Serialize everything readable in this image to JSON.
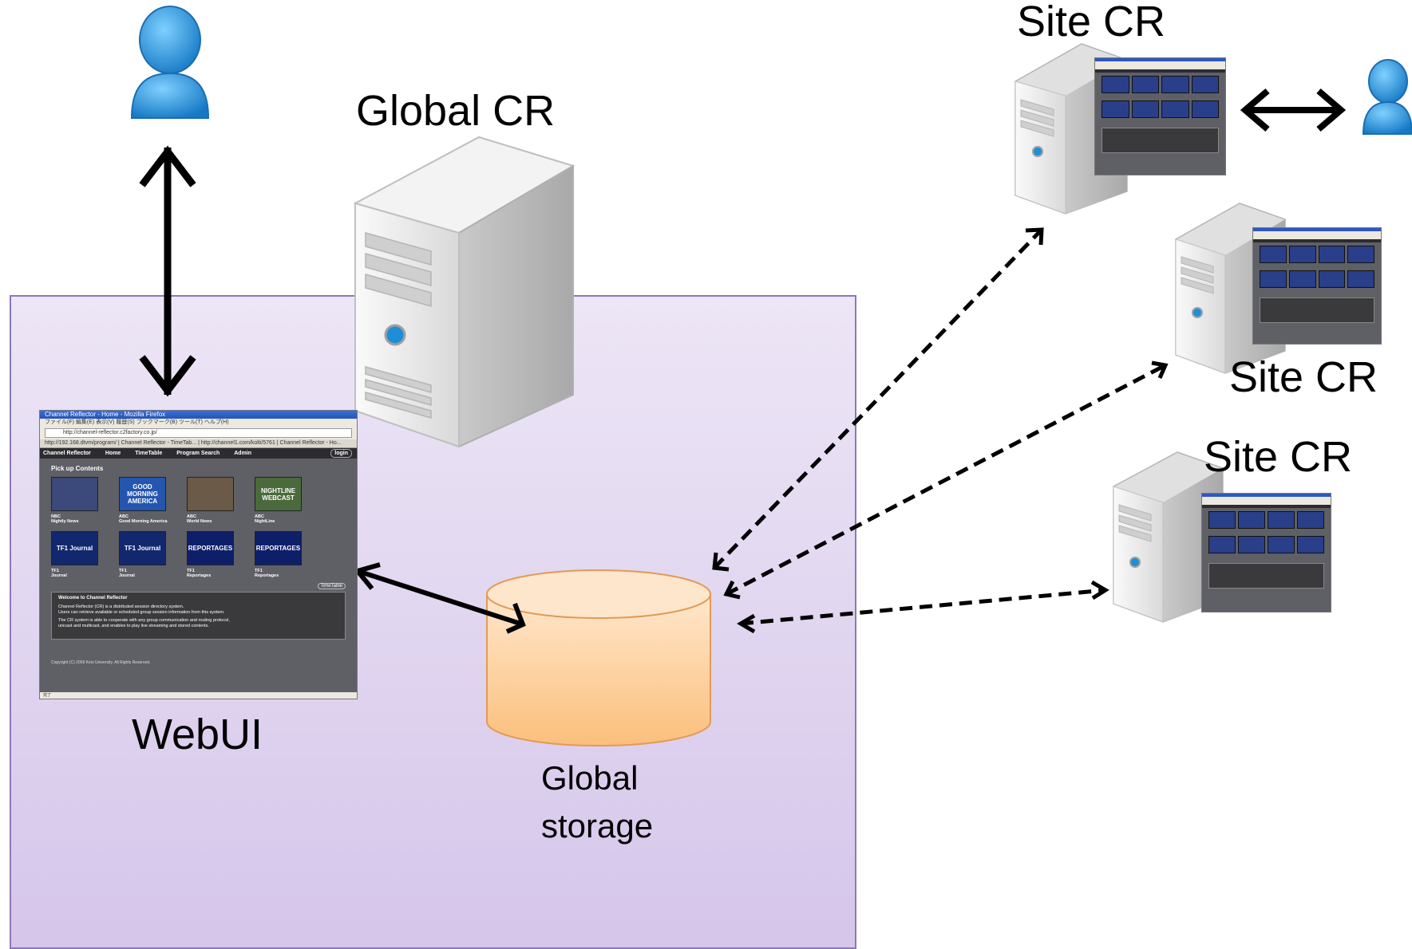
{
  "labels": {
    "global_cr": "Global CR",
    "site_cr_1": "Site CR",
    "site_cr_2": "Site CR",
    "site_cr_3": "Site CR",
    "webui": "WebUI",
    "global_storage_line1": "Global",
    "global_storage_line2": "storage"
  },
  "browser": {
    "window_title": "Channel Reflector - Home - Mozilla Firefox",
    "menu": "ファイル(F)  編集(E)  表示(V)  履歴(S)  ブックマーク(B)  ツール(T)  ヘルプ(H)",
    "url": "http://channel-reflector.c2factory.co.jp/",
    "tabs": "http://192.168.dtvm/program/  |  Channel Reflector - TimeTab...  |  http://channel1.com/kolti/5761  |  Channel Reflector - Ho...",
    "nav": [
      "Channel Reflector",
      "Home",
      "TimeTable",
      "Program Search",
      "Admin"
    ],
    "login": "login",
    "section_title": "Pick up Contents",
    "tiles": [
      {
        "thumb": "",
        "caption1": "NBC",
        "caption2": "Nightly News",
        "color": "#3b4a7a"
      },
      {
        "thumb": "GOOD MORNING AMERICA",
        "caption1": "ABC",
        "caption2": "Good Morning America",
        "color": "#2456b0"
      },
      {
        "thumb": "",
        "caption1": "ABC",
        "caption2": "World News",
        "color": "#6b5a48"
      },
      {
        "thumb": "NIGHTLINE WEBCAST",
        "caption1": "ABC",
        "caption2": "NightLine",
        "color": "#4b6a3c"
      },
      {
        "thumb": "TF1 Journal",
        "caption1": "TF1",
        "caption2": "Journal",
        "color": "#12286e"
      },
      {
        "thumb": "TF1 Journal",
        "caption1": "TF1",
        "caption2": "Journal",
        "color": "#12286e"
      },
      {
        "thumb": "REPORTAGES",
        "caption1": "TF1",
        "caption2": "Reportages",
        "color": "#0e1f6a"
      },
      {
        "thumb": "REPORTAGES",
        "caption1": "TF1",
        "caption2": "Reportages",
        "color": "#0e1f6a"
      }
    ],
    "timetable_button": "TimeTable",
    "welcome_title": "Welcome to Channel Reflector",
    "welcome_lines": [
      "Channel Reflector (CR) is a distributed session directory system.",
      "Users can retrieve available or scheduled group session information from this system.",
      "The CR system is able to cooperate with any group communication and routing protocol,",
      "unicast and multicast, and enables to play live streaming and stored contents."
    ],
    "footer": "Copyright (C) 2009 Keio University. All Rights Reserved.",
    "status": "完了"
  },
  "colors": {
    "region_top": "#ede6f6",
    "region_bottom": "#d5c6ea",
    "region_border": "#8d78b8",
    "storage_fill": "#fcd3a6",
    "storage_stroke": "#e39a54",
    "user_icon": "#2a95d8",
    "server_body": "#e6e6e6"
  },
  "icons": [
    "user-icon",
    "server-icon",
    "database-cylinder-icon",
    "double-arrow-icon",
    "dashed-double-arrow-icon"
  ]
}
